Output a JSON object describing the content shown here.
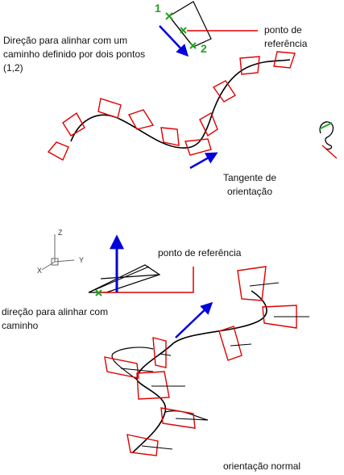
{
  "top": {
    "point_1": "1",
    "point_2": "2",
    "ref_label": "ponto de referência",
    "direction_label": "Direção para alinhar com um caminho definido por dois pontos (1,2)",
    "tangent_label": "Tangente de orientação"
  },
  "bottom": {
    "axis_z": "Z",
    "axis_y": "Y",
    "axis_x": "X",
    "ref_label": "ponto de referência",
    "direction_label": "direção para alinhar com caminho",
    "normal_label": "orientação normal"
  },
  "colors": {
    "path": "#000000",
    "shape": "#e00000",
    "arrow": "#0000dd",
    "point": "#22a322"
  }
}
